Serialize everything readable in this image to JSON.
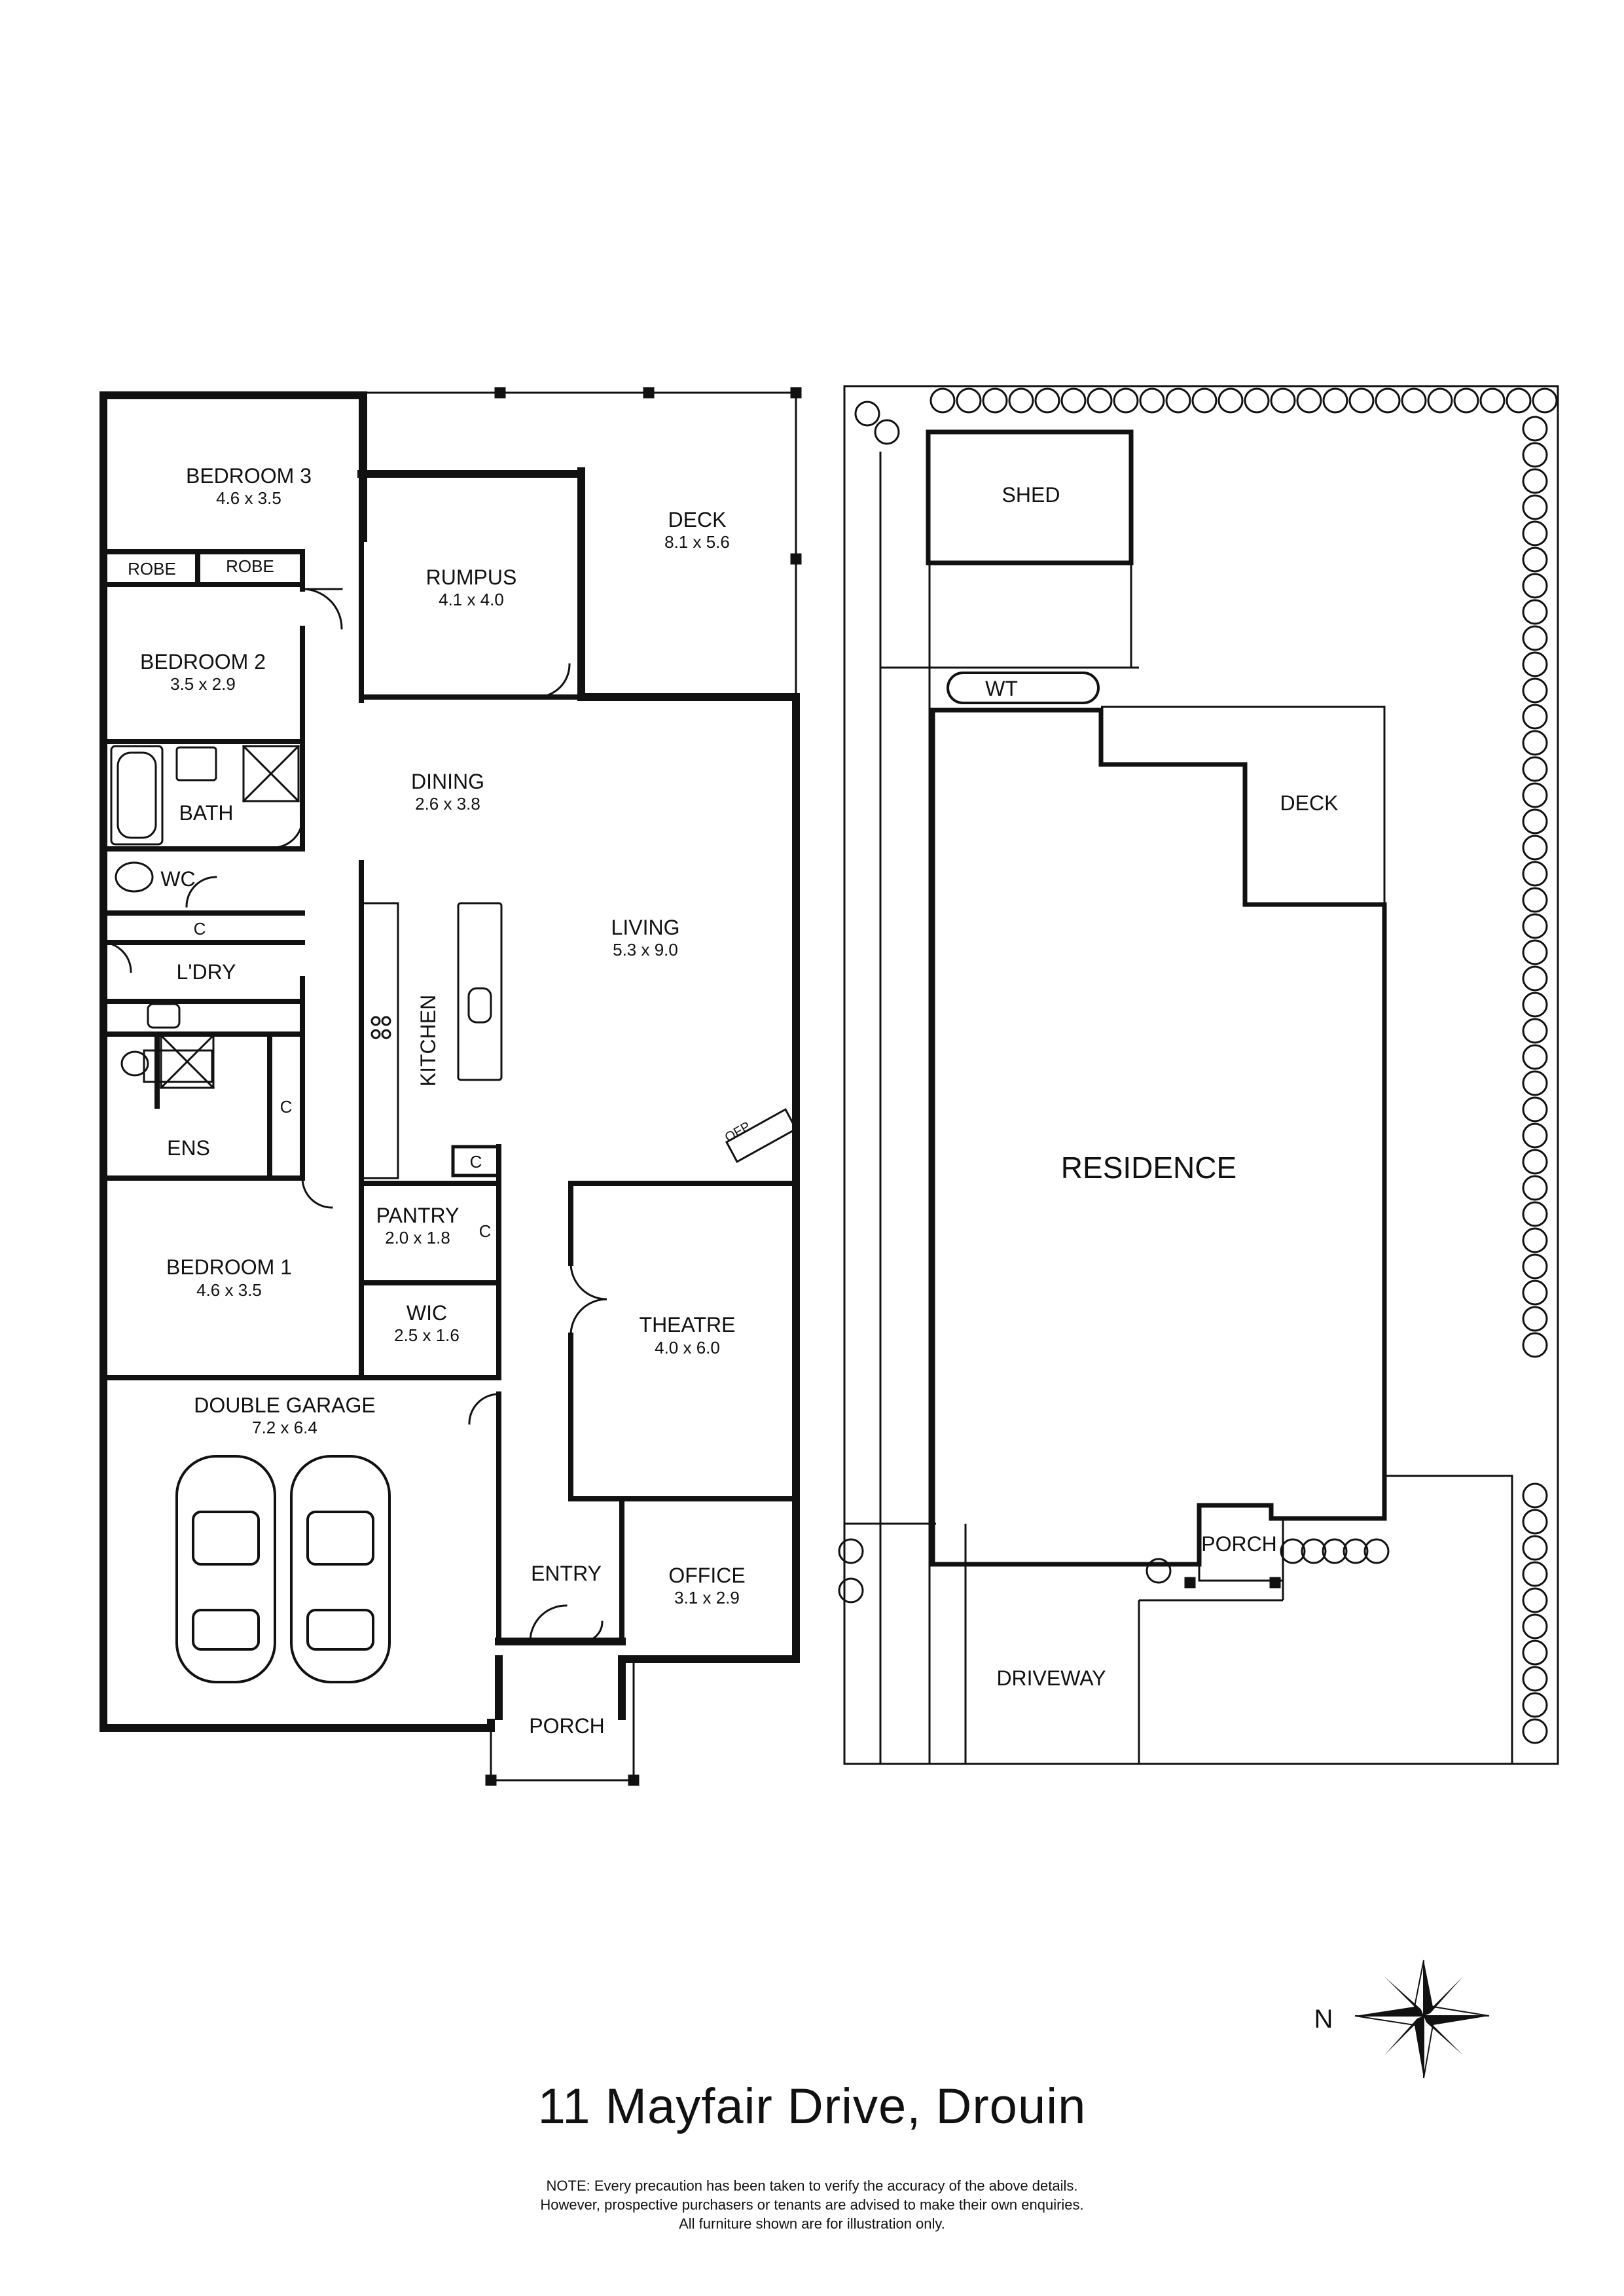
{
  "address": "11 Mayfair Drive, Drouin",
  "note": {
    "line1": "NOTE: Every precaution has been taken to verify the accuracy of the above details.",
    "line2": "However, prospective purchasers or tenants are advised to make their own enquiries.",
    "line3": "All furniture shown are for illustration only."
  },
  "compass": {
    "label": "N"
  },
  "floor_plan": {
    "bedroom3": {
      "name": "BEDROOM 3",
      "dim": "4.6 x 3.5"
    },
    "robe_a": {
      "name": "ROBE"
    },
    "robe_b": {
      "name": "ROBE"
    },
    "bedroom2": {
      "name": "BEDROOM 2",
      "dim": "3.5 x 2.9"
    },
    "bath": {
      "name": "BATH"
    },
    "wc": {
      "name": "WC"
    },
    "cupboard_ldry": {
      "name": "C"
    },
    "laundry": {
      "name": "L'DRY"
    },
    "cupboard_ens": {
      "name": "C"
    },
    "ensuite": {
      "name": "ENS"
    },
    "bedroom1": {
      "name": "BEDROOM 1",
      "dim": "4.6 x 3.5"
    },
    "wic": {
      "name": "WIC",
      "dim": "2.5 x 1.6"
    },
    "pantry": {
      "name": "PANTRY",
      "dim": "2.0 x 1.8"
    },
    "cupboard_kitchen": {
      "name": "C"
    },
    "cupboard_hall": {
      "name": "C"
    },
    "rumpus": {
      "name": "RUMPUS",
      "dim": "4.1 x 4.0"
    },
    "deck": {
      "name": "DECK",
      "dim": "8.1 x 5.6"
    },
    "dining": {
      "name": "DINING",
      "dim": "2.6 x 3.8"
    },
    "living": {
      "name": "LIVING",
      "dim": "5.3 x 9.0"
    },
    "kitchen": {
      "name": "KITCHEN"
    },
    "ofp": {
      "name": "OFP"
    },
    "theatre": {
      "name": "THEATRE",
      "dim": "4.0 x 6.0"
    },
    "double_garage": {
      "name": "DOUBLE GARAGE",
      "dim": "7.2 x 6.4"
    },
    "entry": {
      "name": "ENTRY"
    },
    "office": {
      "name": "OFFICE",
      "dim": "3.1 x 2.9"
    },
    "porch": {
      "name": "PORCH"
    }
  },
  "site_plan": {
    "shed": {
      "name": "SHED"
    },
    "wt": {
      "name": "WT"
    },
    "deck": {
      "name": "DECK"
    },
    "residence": {
      "name": "RESIDENCE"
    },
    "porch": {
      "name": "PORCH"
    },
    "driveway": {
      "name": "DRIVEWAY"
    }
  }
}
